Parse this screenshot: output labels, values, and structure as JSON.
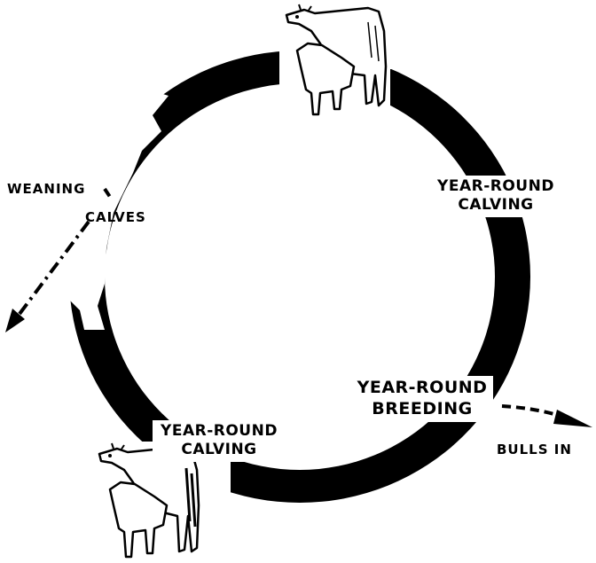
{
  "labels": {
    "weaning": "WEANING",
    "calves": "CALVES",
    "calving_right_1": "YEAR-ROUND",
    "calving_right_2": "CALVING",
    "breeding_1": "YEAR-ROUND",
    "breeding_2": "BREEDING",
    "calving_bottom_1": "YEAR-ROUND",
    "calving_bottom_2": "CALVING",
    "bulls_in": "BULLS IN"
  },
  "colors": {
    "ring": "#000000",
    "background": "#ffffff"
  },
  "icons": [
    "cow-and-calf-icon",
    "cow-and-calf-icon"
  ]
}
